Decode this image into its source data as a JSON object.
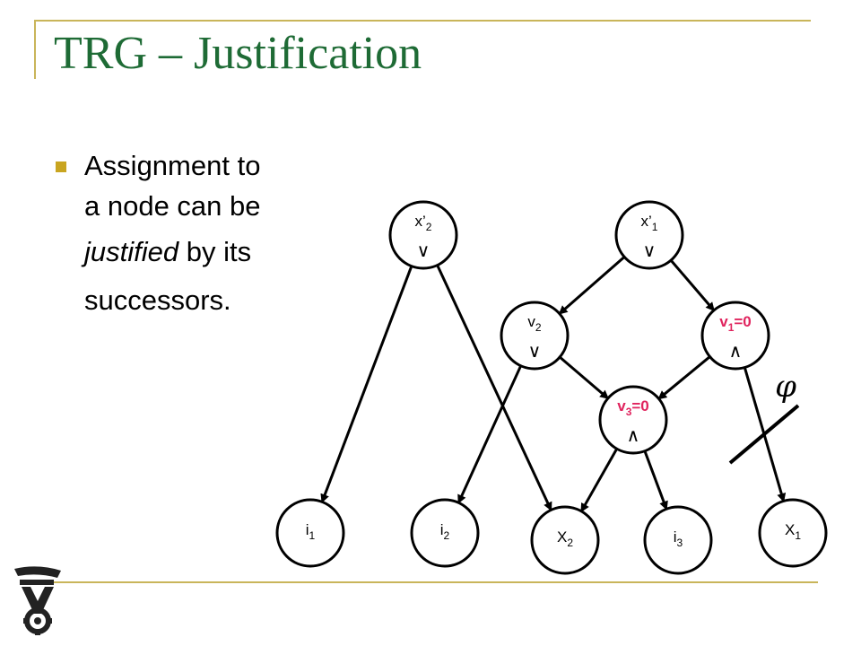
{
  "slide": {
    "title": "TRG – Justification",
    "bullet": {
      "line1": "Assignment to",
      "line2": "a node can be",
      "line3_emph": "justified",
      "line3_rest": " by its",
      "line4": "successors."
    }
  },
  "diagram": {
    "nodes": [
      {
        "id": "xp2",
        "label": "x’",
        "sub": "2",
        "gate": "∨"
      },
      {
        "id": "xp1",
        "label": "x’",
        "sub": "1",
        "gate": "∨"
      },
      {
        "id": "v2",
        "label": "v",
        "sub": "2",
        "gate": "∨"
      },
      {
        "id": "v1",
        "label": "v",
        "sub": "1",
        "suffix": "=0",
        "gate": "∧",
        "highlight": true
      },
      {
        "id": "v3",
        "label": "v",
        "sub": "3",
        "suffix": "=0",
        "gate": "∧",
        "highlight": true
      },
      {
        "id": "i1",
        "label": "i",
        "sub": "1"
      },
      {
        "id": "i2",
        "label": "i",
        "sub": "2"
      },
      {
        "id": "X2",
        "label": "X",
        "sub": "2"
      },
      {
        "id": "i3",
        "label": "i",
        "sub": "3"
      },
      {
        "id": "X1",
        "label": "X",
        "sub": "1"
      }
    ],
    "edges": [
      {
        "from": "xp2",
        "to": "i1"
      },
      {
        "from": "xp2",
        "to": "X2"
      },
      {
        "from": "xp1",
        "to": "v2"
      },
      {
        "from": "xp1",
        "to": "v1"
      },
      {
        "from": "v2",
        "to": "i2"
      },
      {
        "from": "v2",
        "to": "v3"
      },
      {
        "from": "v1",
        "to": "v3"
      },
      {
        "from": "v1",
        "to": "X1",
        "blocked": true
      },
      {
        "from": "v3",
        "to": "X2"
      },
      {
        "from": "v3",
        "to": "i3"
      }
    ],
    "empty_set_symbol": "φ",
    "highlight_color": "#e0245e"
  },
  "logo": {
    "name": "technion-logo-icon"
  }
}
